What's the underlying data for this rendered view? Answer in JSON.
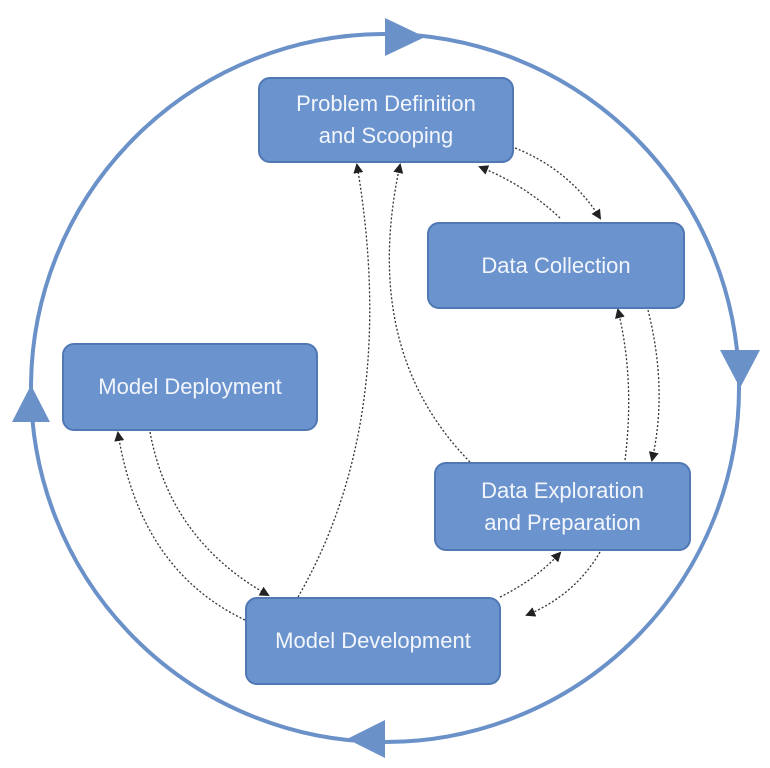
{
  "colors": {
    "cycle": "#6b91c9",
    "box_fill": "#6b93cd",
    "box_border": "#4f78b4",
    "arrow": "#222222"
  },
  "stages": {
    "problem": {
      "line1": "Problem Definition",
      "line2": "and Scooping"
    },
    "collection": {
      "label": "Data Collection"
    },
    "deployment": {
      "label": "Model Deployment"
    },
    "exploration": {
      "line1": "Data Exploration",
      "line2": "and Preparation"
    },
    "development": {
      "label": "Model Development"
    }
  }
}
